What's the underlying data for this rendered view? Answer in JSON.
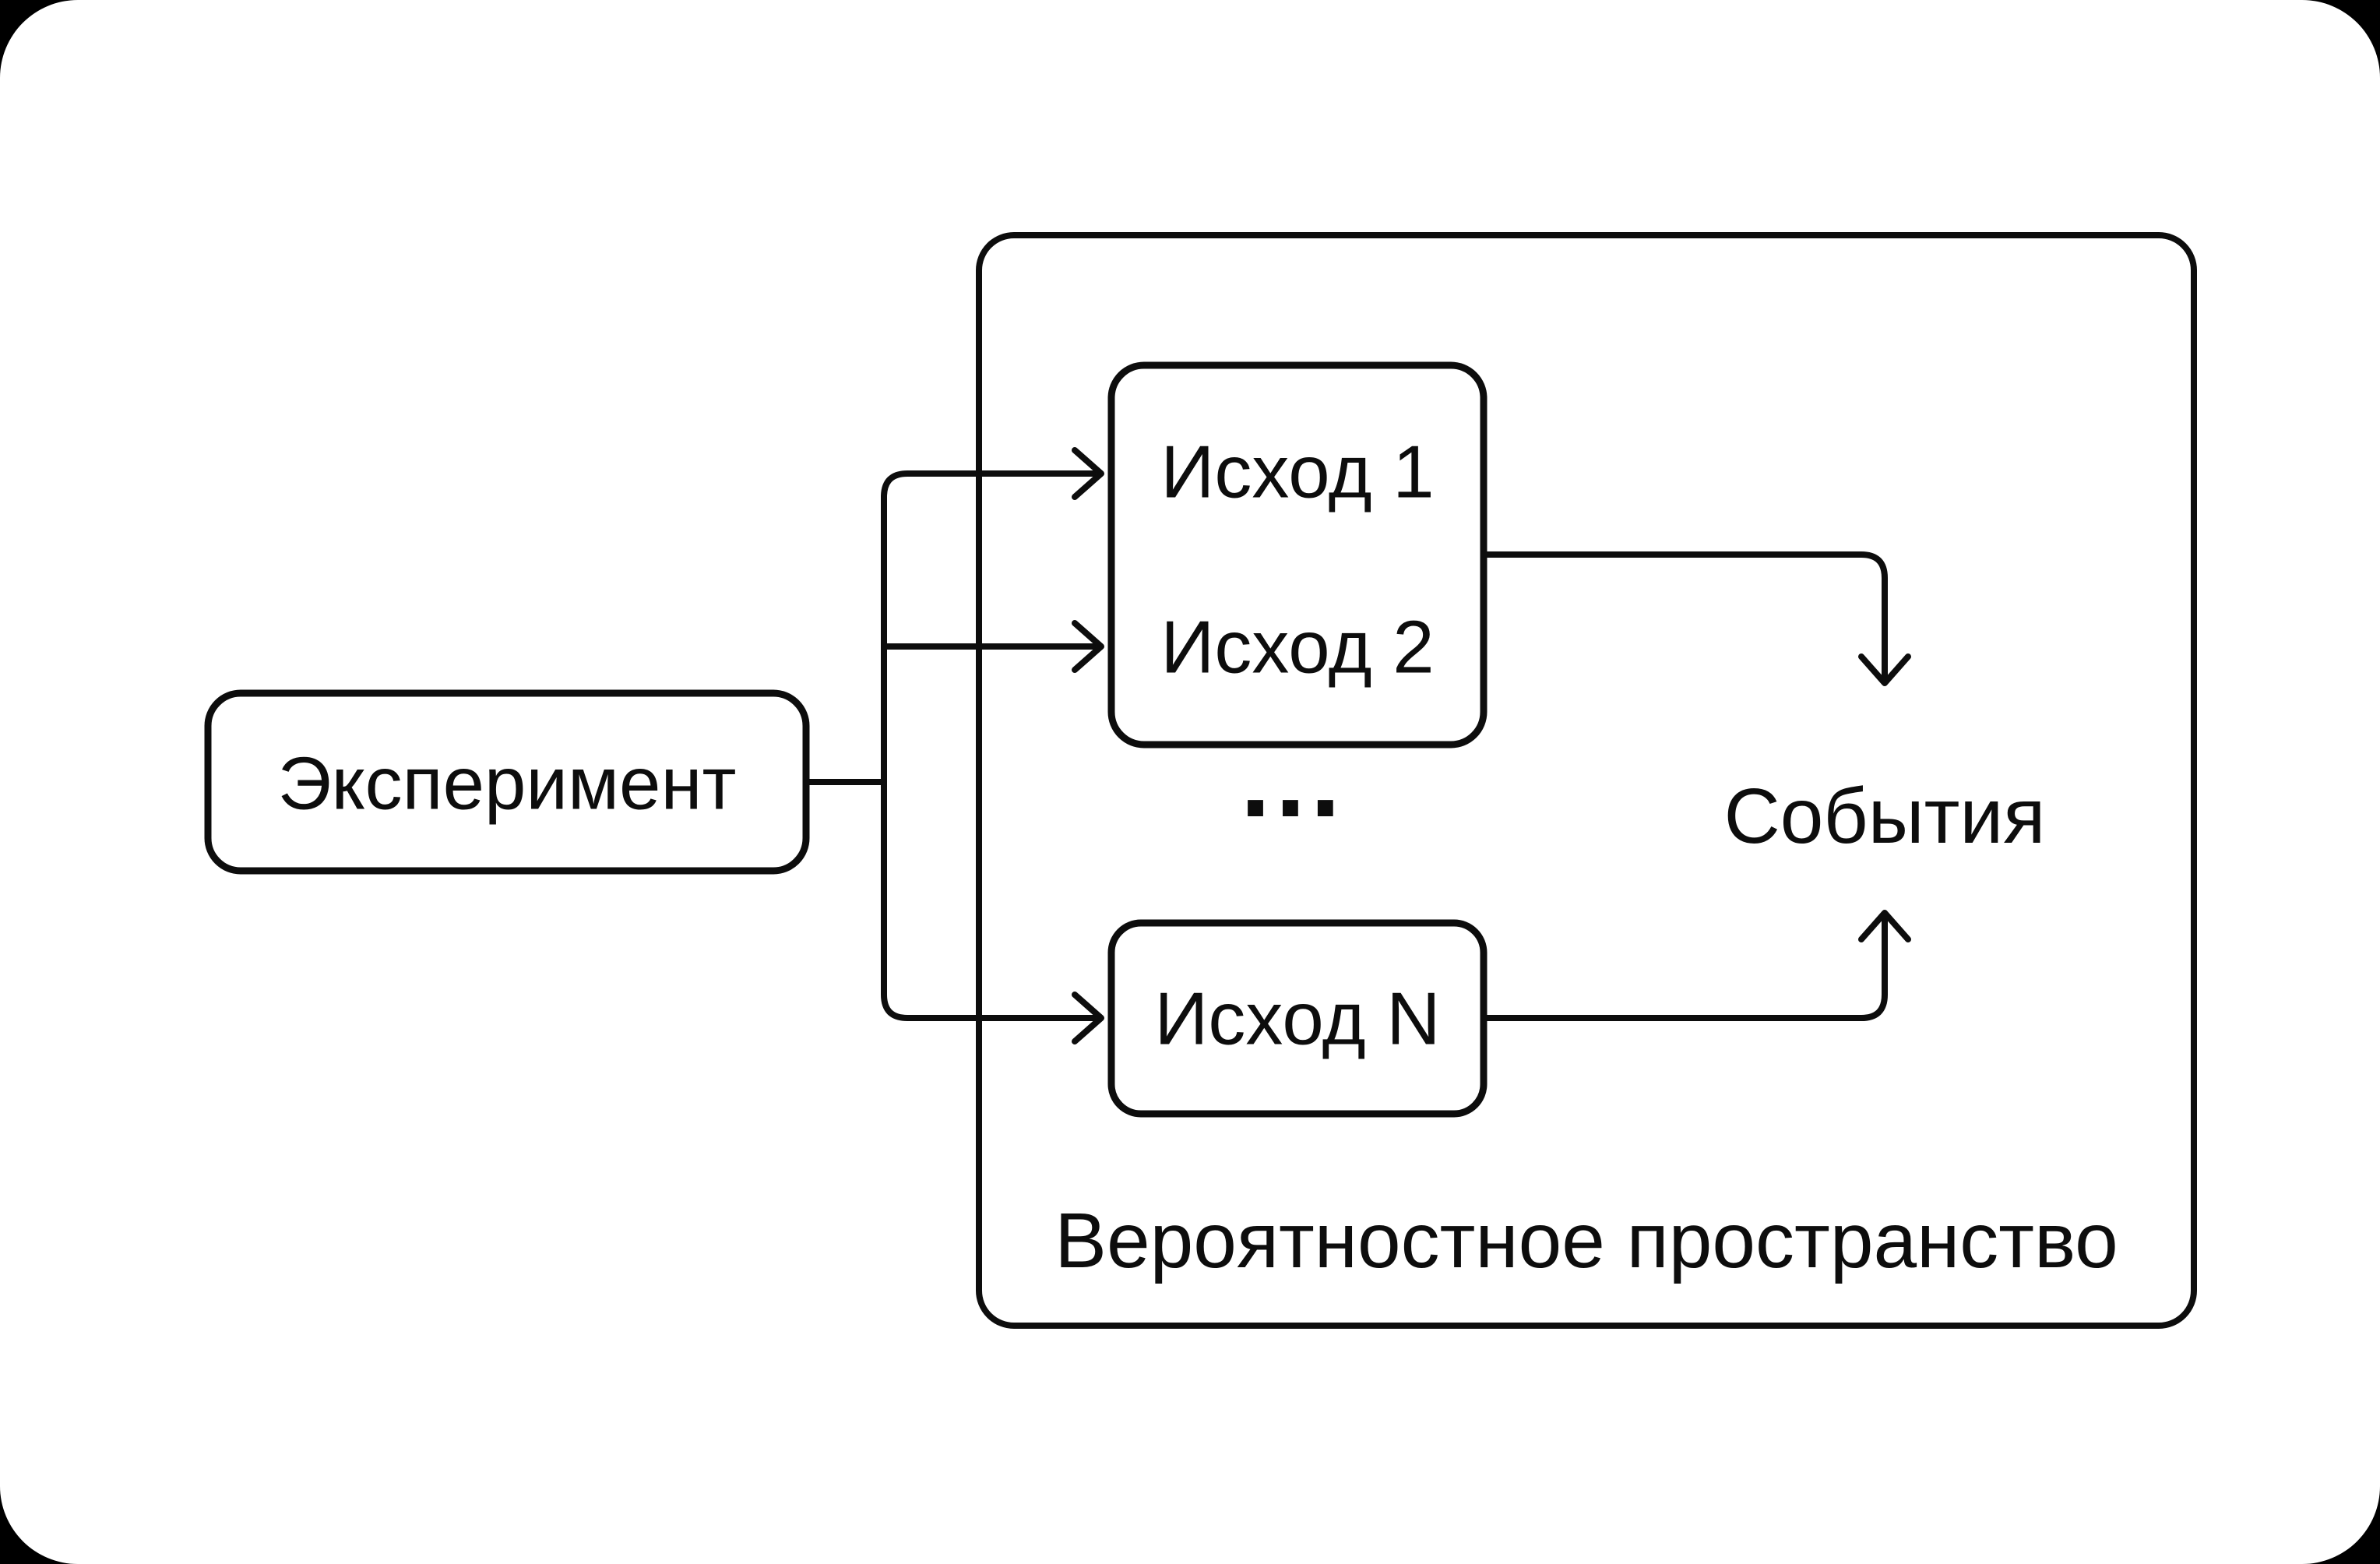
{
  "colors": {
    "page_background": "#000000",
    "canvas_background": "#ffffff",
    "experiment_fill": "#d8ede0",
    "line_color": "#0d0d0d",
    "text_color": "#0d0d0d"
  },
  "diagram": {
    "experiment_label": "Эксперимент",
    "outcome_1_label": "Исход 1",
    "outcome_2_label": "Исход 2",
    "ellipsis": "...",
    "outcome_n_label": "Исход N",
    "events_label": "События",
    "probability_space_label": "Вероятностное пространство"
  }
}
